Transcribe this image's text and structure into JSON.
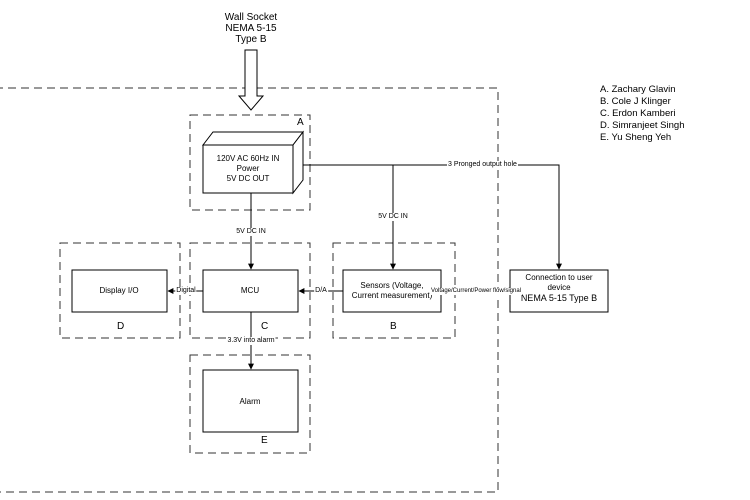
{
  "source": {
    "line1": "Wall Socket",
    "line2": "NEMA 5-15",
    "line3": "Type B"
  },
  "power": {
    "line1": "120V AC 60Hz IN",
    "line2": "Power",
    "line3": "5V DC OUT",
    "letter": "A"
  },
  "sensors": {
    "line1": "Sensors (Voltage,",
    "line2": "Current measurement)",
    "letter": "B"
  },
  "mcu": {
    "label": "MCU",
    "letter": "C"
  },
  "display": {
    "label": "Display I/O",
    "letter": "D"
  },
  "alarm": {
    "label": "Alarm",
    "letter": "E"
  },
  "connection": {
    "line1": "Connection to user",
    "line2": "device",
    "line3": "NEMA 5-15 Type B"
  },
  "edges": {
    "pronged": "3 Pronged output hole",
    "power_to_mcu": "5V DC IN",
    "power_to_sensors": "5V DC IN",
    "digital": "Digital",
    "da": "D/A",
    "voltage_current": "Voltage/Current/Power flow/signal",
    "alarm_in": "3.3V into alarm"
  },
  "legend": [
    "A. Zachary Glavin",
    "B. Cole J Klinger",
    "C. Erdon Kamberi",
    "D. Simranjeet Singh",
    "E. Yu Sheng Yeh"
  ]
}
